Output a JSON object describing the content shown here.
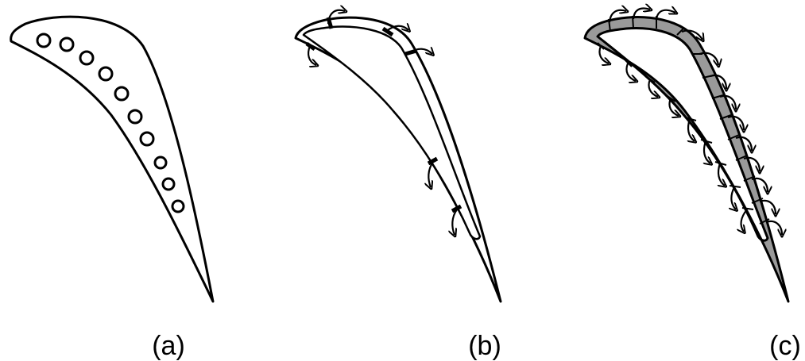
{
  "panels": [
    {
      "id": "a",
      "caption": "(a)"
    },
    {
      "id": "b",
      "caption": "(b)"
    },
    {
      "id": "c",
      "caption": "(c)"
    }
  ],
  "colors": {
    "stroke": "#000000",
    "background": "#ffffff",
    "shell_fill": "#9a9a9a"
  }
}
